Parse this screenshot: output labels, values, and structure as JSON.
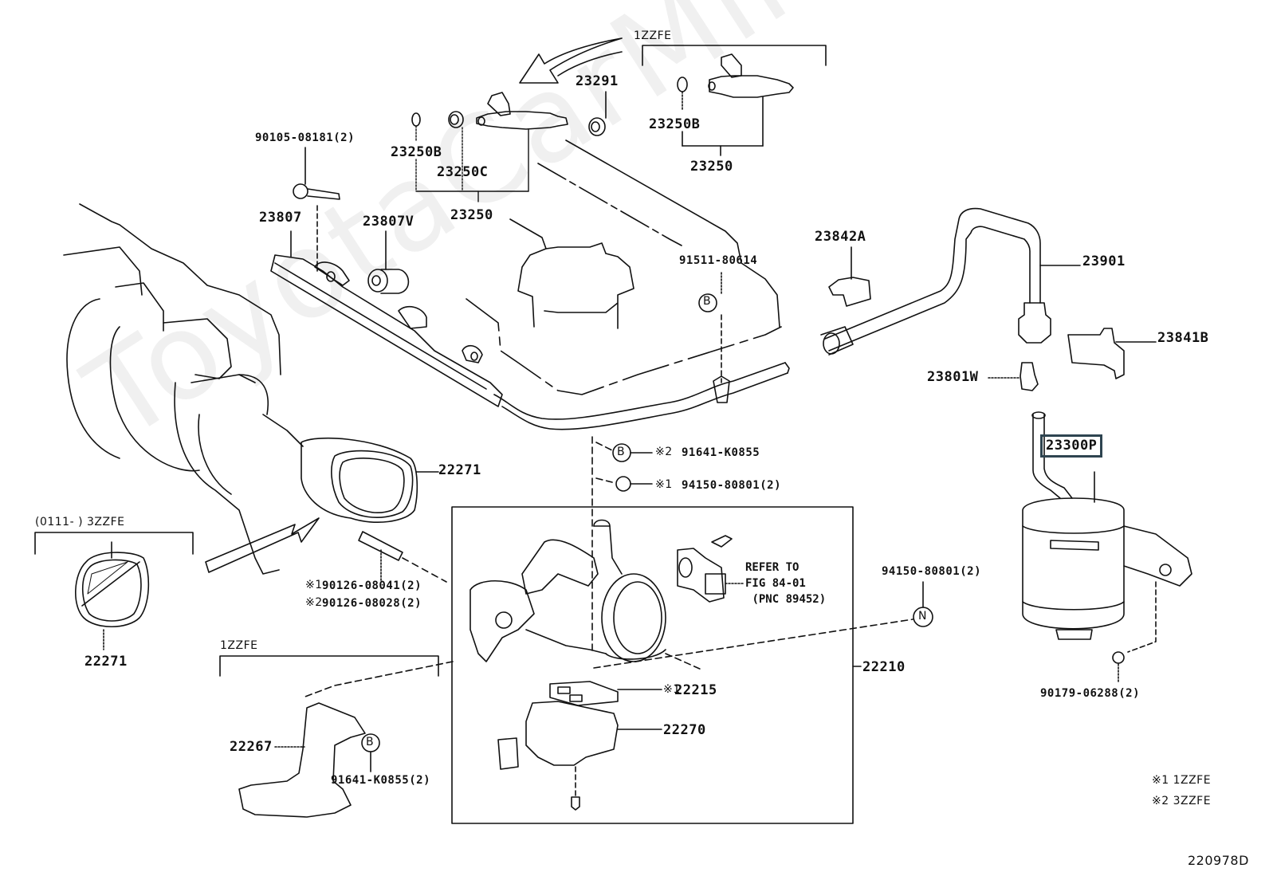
{
  "watermark": "ToyotaCarMine.ru",
  "figure_id": "220978D",
  "part_labels": {
    "p23250B_left": "23250B",
    "p23250C": "23250C",
    "p23250_left": "23250",
    "p23291": "23291",
    "p23250B_right": "23250B",
    "p23250_right": "23250",
    "p90105": "90105-08181(2)",
    "p23807": "23807",
    "p23807V": "23807V",
    "p91511": "91511-80614",
    "p23842A": "23842A",
    "p23901": "23901",
    "p23841B": "23841B",
    "p23801W": "23801W",
    "p23300P": "23300P",
    "p22271_main": "22271",
    "p22271_alt": "22271",
    "p91641_B": "91641-K0855",
    "p94150_nut": "94150-80801(2)",
    "p90126_1": "90126-08041(2)",
    "p90126_2": "90126-08028(2)",
    "p94150_N": "94150-80801(2)",
    "p22210": "22210",
    "p22215": "22215",
    "p22270": "22270",
    "p22267": "22267",
    "p91641_bracket": "91641-K0855(2)",
    "p90179": "90179-06288(2)"
  },
  "markers": {
    "note1": "※1",
    "note2": "※2",
    "circle_B": "B",
    "circle_N": "N"
  },
  "group_labels": {
    "injector_1zzfe": "1ZZFE",
    "gasket_3zzfe": "(0111-      ) 3ZZFE",
    "bracket_1zzfe": "1ZZFE"
  },
  "reference_note": {
    "line1": "REFER TO",
    "line2": "FIG 84-01",
    "line3": "(PNC 89452)"
  },
  "legend": [
    {
      "mark": "※1",
      "engine": "1ZZFE"
    },
    {
      "mark": "※2",
      "engine": "3ZZFE"
    }
  ],
  "highlight_color": "#2e4450"
}
